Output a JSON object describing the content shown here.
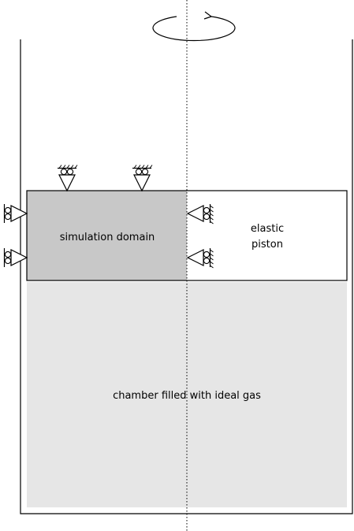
{
  "labels": {
    "simulation_domain": "simulation domain",
    "piston_line1": "elastic",
    "piston_line2": "piston",
    "chamber": "chamber filled with ideal gas"
  },
  "colors": {
    "domain_fill": "#c8c8c8",
    "chamber_fill": "#e6e6e6",
    "stroke": "#000000"
  },
  "icons": {
    "rotation": "rotation-arrow-icon",
    "support": "roller-support-icon"
  }
}
